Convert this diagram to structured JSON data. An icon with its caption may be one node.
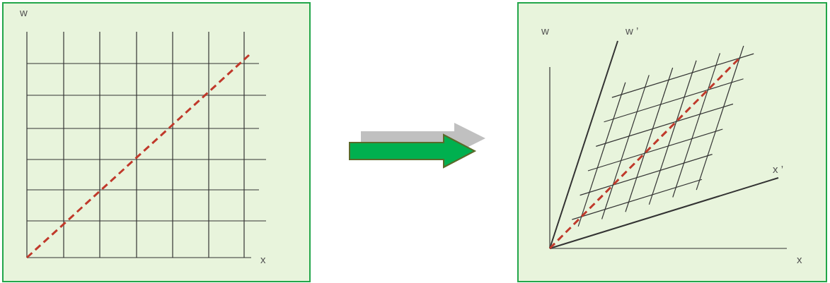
{
  "diagram": {
    "nodes": [
      {
        "text": [],
        "shape": "box"
      },
      {
        "text": [],
        "shape": "box"
      }
    ],
    "edges": [
      {
        "from": 0,
        "to": 1,
        "arrow": "to"
      }
    ],
    "labels": [
      "w",
      "w",
      "w ’",
      "x ’",
      "x",
      "x"
    ]
  }
}
